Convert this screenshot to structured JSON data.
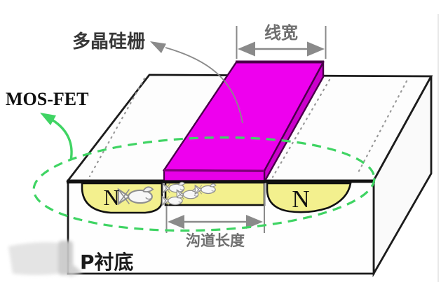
{
  "labels": {
    "gate": "多晶硅栅",
    "line_width": "线宽",
    "mosfet": "MOS-FET",
    "n_source": "N",
    "n_drain": "N",
    "channel_length": "沟道长度",
    "substrate": "P衬底"
  },
  "icons": {
    "electron_fish": "fish-doodle",
    "gate_pointer": "arrow-to-gate-label",
    "mosfet_pointer": "green-arrow-to-mosfet-label",
    "active_area": "green-dashed-ellipse"
  },
  "colors": {
    "gate_top": "#ee00ee",
    "gate_side": "#cc00cc",
    "gate_outline": "#4a004a",
    "n_region_fill": "#f3f08e",
    "box_outline": "#1c1c1c",
    "highlight_green": "#3fd463",
    "dimension_gray": "#8a8a8a",
    "label_gray": "#6f6f6f",
    "gate_label_color": "#383838",
    "watermark_gray": "#d9d9d9"
  }
}
